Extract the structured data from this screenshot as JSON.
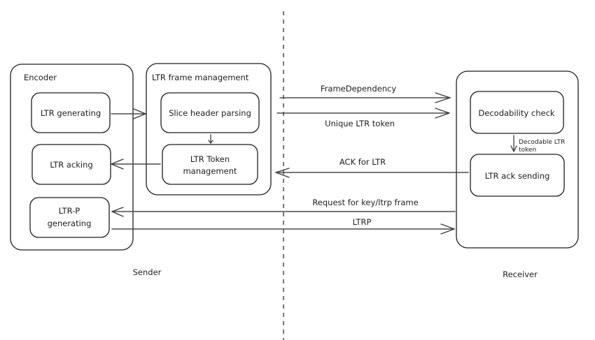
{
  "diagram": {
    "sides": {
      "sender": "Sender",
      "receiver": "Receiver"
    },
    "containers": {
      "encoder": {
        "title": "Encoder",
        "boxes": {
          "ltr_generating": "LTR generating",
          "ltr_acking": "LTR acking",
          "ltrp_generating": [
            "LTR-P",
            "generating"
          ]
        }
      },
      "frame_management": {
        "title": "LTR frame management",
        "boxes": {
          "slice_header_parsing": "Slice header parsing",
          "token_management": [
            "LTR Token",
            "management"
          ]
        }
      },
      "receiver": {
        "title": "",
        "boxes": {
          "decodability_check": "Decodability check",
          "ltr_ack_sending": "LTR ack sending"
        }
      }
    },
    "edges": {
      "frame_dependency": "FrameDependency",
      "unique_ltr_token": "Unique LTR token",
      "ack_for_ltr": "ACK for LTR",
      "request_key_ltrp": "Request for key/ltrp frame",
      "ltrp": "LTRP",
      "decodable_ltr_token": [
        "Decodable LTR",
        "token"
      ]
    },
    "colors": {
      "stroke": "#1e1e1e",
      "arrow": "#4a4a4a",
      "background": "#ffffff"
    }
  }
}
